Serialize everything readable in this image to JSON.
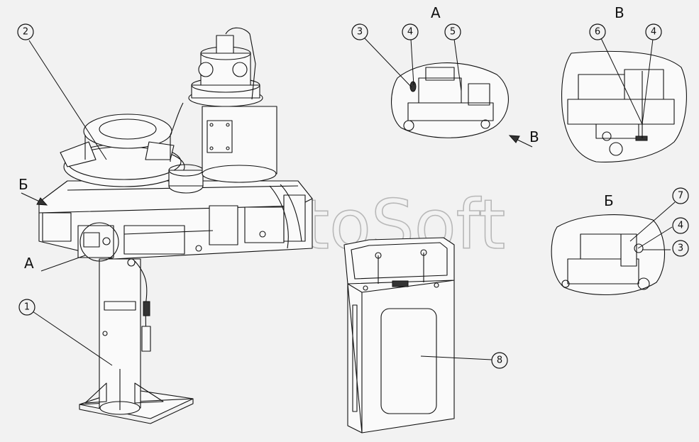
{
  "watermark": "AutoSoft",
  "view_letters": {
    "a_top": "А",
    "v_top": "В",
    "b_mid": "Б",
    "v_arrow": "В",
    "b_left": "Б",
    "a_left": "А"
  },
  "callouts": {
    "c2": "2",
    "c1": "1",
    "c8": "8",
    "a3": "3",
    "a4": "4",
    "a5": "5",
    "v6": "6",
    "v4": "4",
    "b7": "7",
    "b4": "4",
    "b3": "3"
  }
}
